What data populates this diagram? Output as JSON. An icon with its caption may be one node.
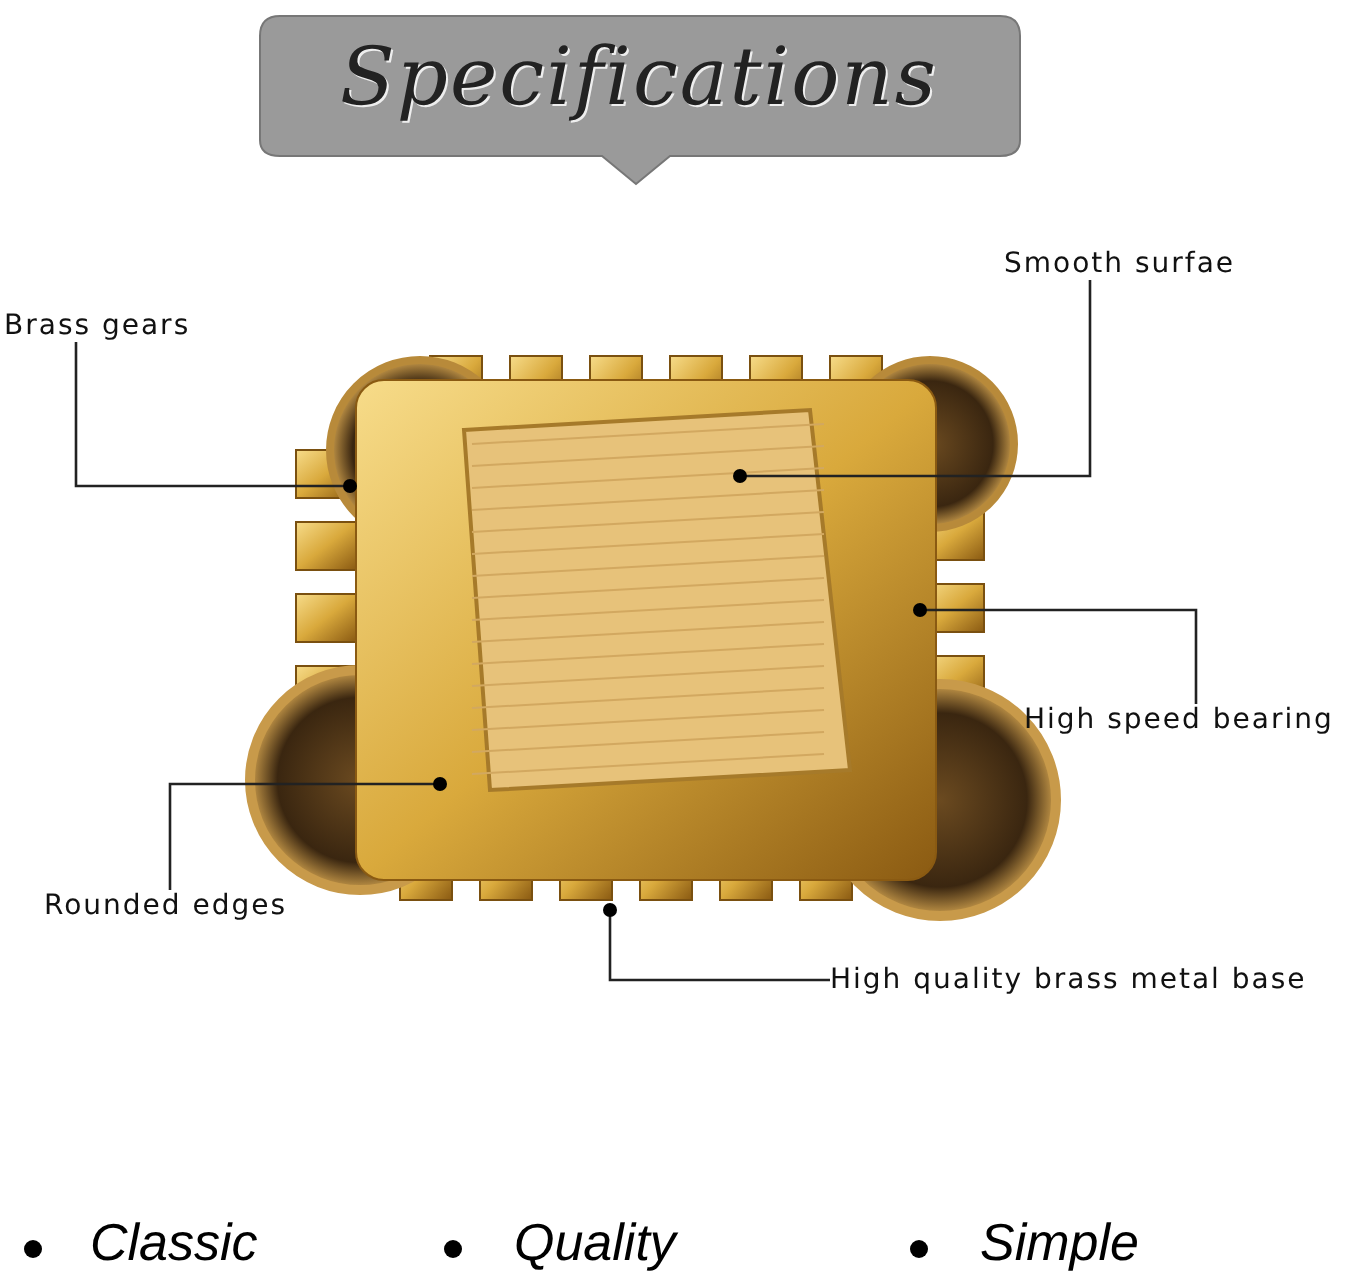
{
  "diagram": {
    "title": "Specifications",
    "nodes": [
      {
        "text": [
          "Brass gears"
        ]
      },
      {
        "text": [
          "Smooth surfae"
        ]
      },
      {
        "text": [
          "High speed bearing"
        ]
      },
      {
        "text": [
          "Rounded edges"
        ]
      },
      {
        "text": [
          "High quality brass metal base"
        ]
      }
    ],
    "edges": [
      {
        "from": 0,
        "to": null,
        "arrow": "other"
      },
      {
        "from": 1,
        "to": null,
        "arrow": "other"
      },
      {
        "from": 2,
        "to": null,
        "arrow": "other"
      },
      {
        "from": 3,
        "to": null,
        "arrow": "other"
      },
      {
        "from": 4,
        "to": null,
        "arrow": "other"
      }
    ],
    "labels": [
      "Classic",
      "Quality",
      "Simple"
    ]
  }
}
